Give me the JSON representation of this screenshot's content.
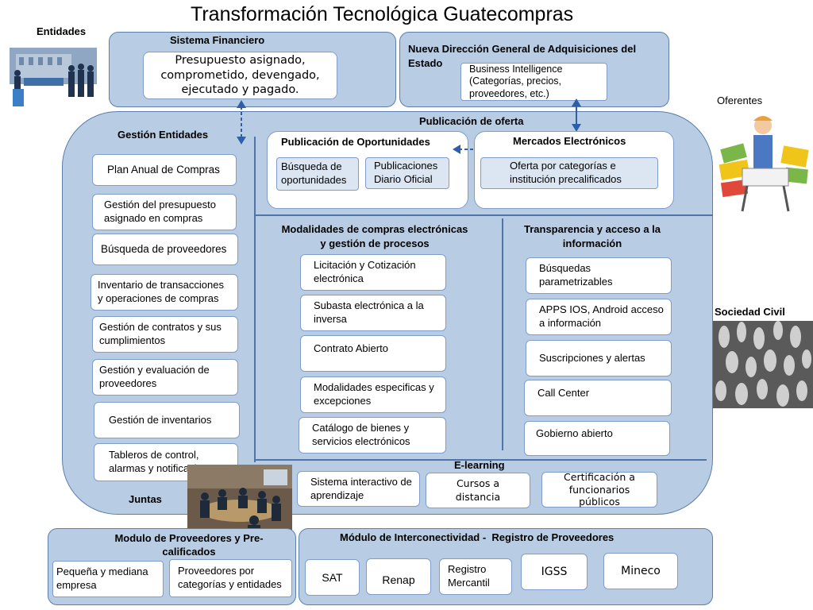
{
  "title": "Transformación Tecnológica Guatecompras",
  "labels": {
    "entidades": "Entidades",
    "oferentes": "Oferentes",
    "sociedad_civil": "Sociedad Civil",
    "juntas": "Juntas"
  },
  "sistema_financiero": {
    "heading": "Sistema Financiero",
    "box": "Presupuesto asignado, comprometido, devengado, ejecutado y pagado."
  },
  "nueva_direccion": {
    "heading": "Nueva Dirección General de Adquisiciones del Estado",
    "box": "Business Intelligence (Categorías, precios, proveedores, etc.)"
  },
  "gestion_entidades": {
    "heading": "Gestión Entidades",
    "items": [
      "Plan Anual de Compras",
      "Gestión del presupuesto asignado en compras",
      "Búsqueda de proveedores",
      "Inventario de transacciones y operaciones de compras",
      "Gestión de contratos y sus cumplimientos",
      "Gestión y evaluación de proveedores",
      "Gestión de inventarios",
      "Tableros de control, alarmas y notificaciones"
    ]
  },
  "publicacion_oferta": {
    "heading": "Publicación de oferta",
    "oportunidades": {
      "heading": "Publicación de Oportunidades",
      "items": [
        "Búsqueda de oportunidades",
        "Publicaciones Diario Oficial"
      ]
    },
    "mercados": {
      "heading": "Mercados Electrónicos",
      "items": [
        "Oferta por categorías e institución precalificados"
      ]
    }
  },
  "modalidades": {
    "heading": "Modalidades de compras electrónicas y gestión de procesos",
    "items": [
      "Licitación y Cotización electrónica",
      "Subasta electrónica a la inversa",
      "Contrato Abierto",
      "Modalidades especificas y excepciones",
      "Catálogo de bienes y servicios electrónicos"
    ]
  },
  "transparencia": {
    "heading": "Transparencia y acceso a la información",
    "items": [
      "Búsquedas parametrizables",
      "APPS IOS, Android acceso a información",
      "Suscripciones y alertas",
      "Call Center",
      "Gobierno abierto"
    ]
  },
  "elearning": {
    "heading": "E-learning",
    "items": [
      "Sistema interactivo de aprendizaje",
      "Cursos a distancia",
      "Certificación a funcionarios públicos"
    ]
  },
  "modulo_proveedores": {
    "heading": "Modulo de Proveedores y Pre-calificados",
    "items": [
      "Pequeña y mediana empresa",
      "Proveedores por categorías y entidades"
    ]
  },
  "modulo_interconectividad": {
    "heading": "Módulo de Interconectividad -  Registro de Proveedores",
    "items": [
      "SAT",
      "Renap",
      "Registro Mercantil",
      "IGSS",
      "Mineco"
    ]
  },
  "colors": {
    "panel": "#b8cce4",
    "panel_border": "#5b7fad",
    "box_light": "#dce6f2",
    "line": "#4f74a8"
  }
}
